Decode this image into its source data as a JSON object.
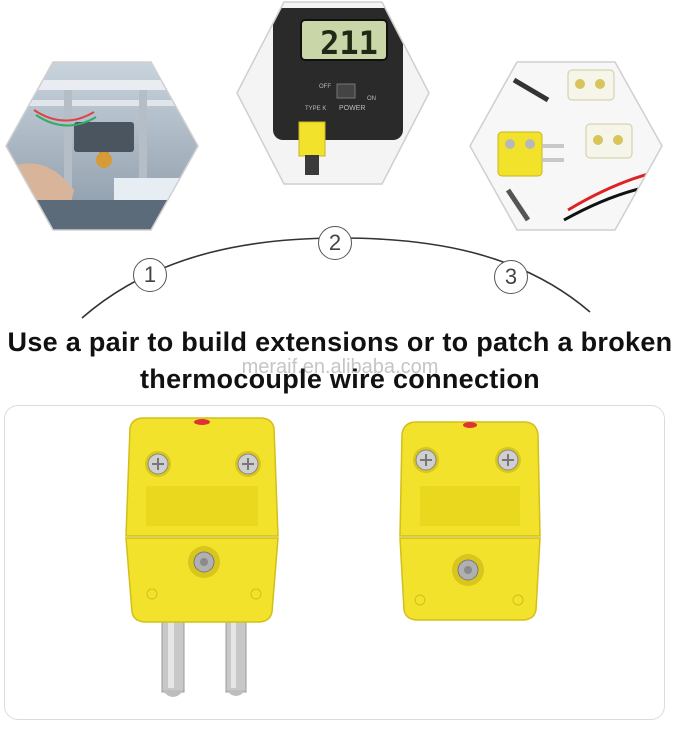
{
  "steps": {
    "items": [
      {
        "number": "1"
      },
      {
        "number": "2"
      },
      {
        "number": "3"
      }
    ]
  },
  "meter": {
    "display_value": "211",
    "type_label": "TYPE K",
    "power_label": "POWER",
    "on_label": "ON",
    "off_label": "OFF"
  },
  "headline": {
    "line1": "Use a pair to build extensions or to patch a broken",
    "line2": "thermocouple wire connection"
  },
  "watermark": "meraif.en.alibaba.com",
  "colors": {
    "connector_yellow": "#f2e22c",
    "connector_shadow": "#d9c61c",
    "pin_silver": "#c8c8c8",
    "arc_line": "#333333",
    "panel_border": "#dcdcdc"
  }
}
